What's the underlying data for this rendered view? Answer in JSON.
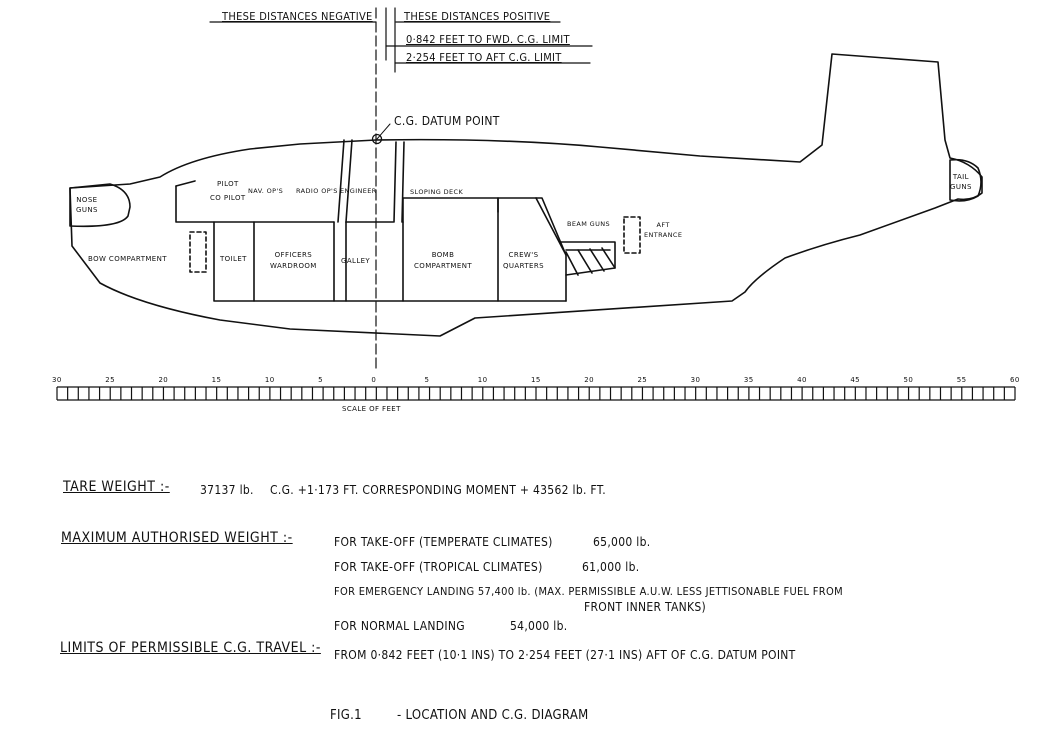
{
  "header": {
    "negative": "THESE DISTANCES NEGATIVE",
    "positive": "THESE DISTANCES POSITIVE",
    "fwd_limit": "0·842 FEET TO FWD. C.G. LIMIT",
    "aft_limit": "2·254 FEET TO AFT C.G. LIMIT",
    "datum": "C.G. DATUM POINT"
  },
  "compartments": {
    "nose_guns": [
      "NOSE",
      "GUNS"
    ],
    "pilot": "PILOT",
    "co_pilot": "CO PILOT",
    "navigator": "NAV. OP'S",
    "radio": "RADIO OP'S",
    "engineer": "ENGINEER",
    "sloping_deck": "SLOPING DECK",
    "bow": "BOW COMPARTMENT",
    "toilet": "TOILET",
    "officers": [
      "OFFICERS",
      "WARDROOM"
    ],
    "galley": "GALLEY",
    "bomb": [
      "BOMB",
      "COMPARTMENT"
    ],
    "crews": [
      "CREW'S",
      "QUARTERS"
    ],
    "beam_guns": "BEAM GUNS",
    "aft_entrance": [
      "AFT",
      "ENTRANCE"
    ],
    "tail_guns": [
      "TAIL",
      "GUNS"
    ]
  },
  "scale": {
    "caption": "SCALE OF FEET",
    "labels": [
      "30",
      "25",
      "20",
      "15",
      "10",
      "5",
      "0",
      "5",
      "10",
      "15",
      "20",
      "25",
      "30",
      "35",
      "40",
      "45",
      "50",
      "55",
      "60"
    ]
  },
  "tare": {
    "label": "TARE WEIGHT :-",
    "weight": "37137 lb.",
    "cg": "C.G. +1·173 FT. CORRESPONDING MOMENT + 43562 lb. FT."
  },
  "max": {
    "label": "MAXIMUM AUTHORISED WEIGHT :-",
    "line1": "FOR TAKE-OFF (TEMPERATE CLIMATES)",
    "val1": "65,000 lb.",
    "line2": "FOR TAKE-OFF (TROPICAL CLIMATES)",
    "val2": "61,000 lb.",
    "line3": "FOR EMERGENCY LANDING 57,400 lb. (MAX. PERMISSIBLE A.U.W. LESS JETTISONABLE FUEL FROM",
    "line3b": "FRONT INNER TANKS)",
    "line4": "FOR NORMAL LANDING",
    "val4": "54,000 lb."
  },
  "limits": {
    "label": "LIMITS OF PERMISSIBLE C.G. TRAVEL :-",
    "text": "FROM 0·842 FEET (10·1 INS) TO 2·254 FEET (27·1 INS) AFT OF C.G. DATUM POINT"
  },
  "figure": {
    "number": "FIG.1",
    "title": "- LOCATION AND C.G. DIAGRAM"
  }
}
